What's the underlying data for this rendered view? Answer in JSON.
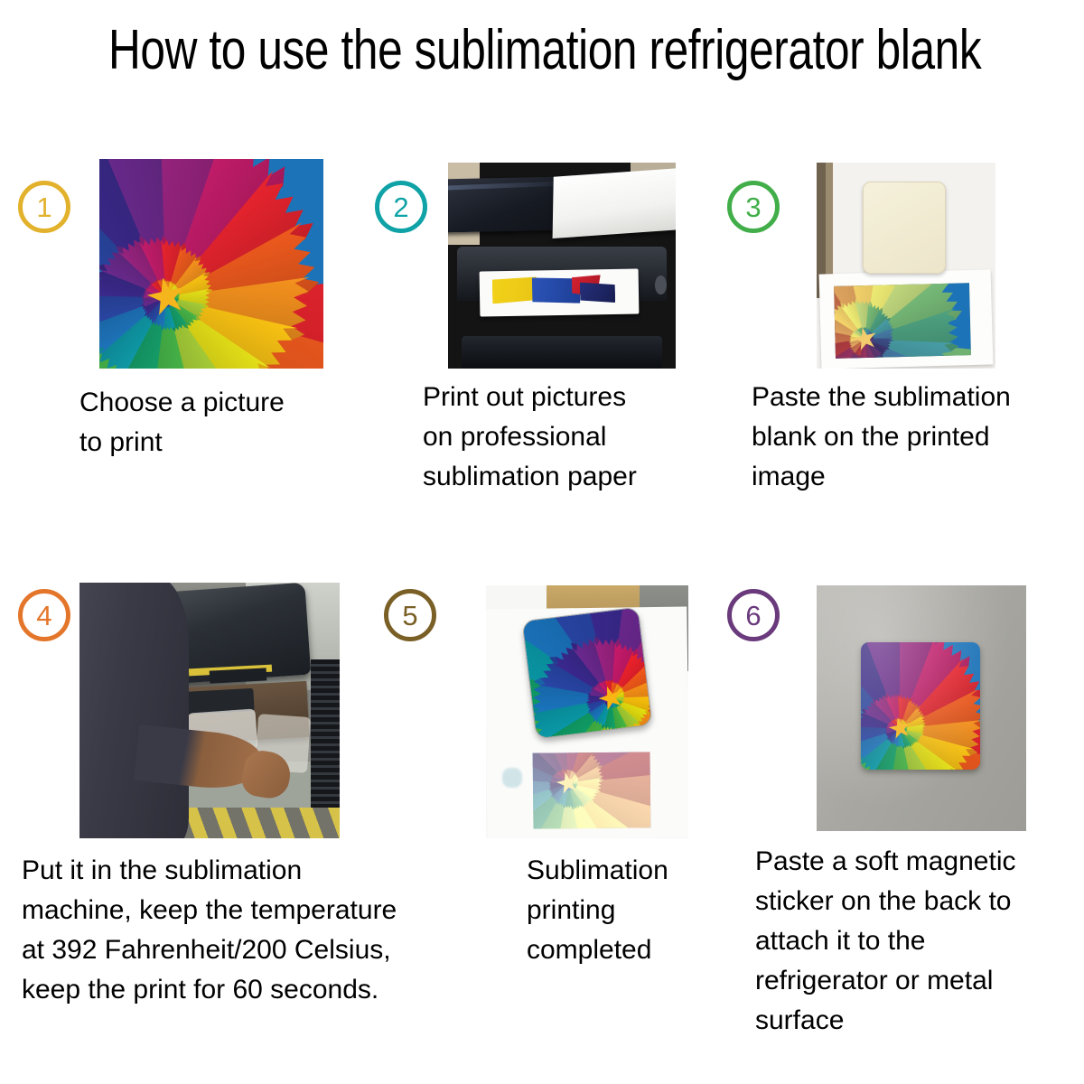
{
  "title": "How to use the sublimation refrigerator blank",
  "steps": [
    {
      "number": "1",
      "badge_color": "#E2B22C",
      "caption": "Choose a picture\nto print",
      "photo_name": "rainbow-spiral-picture-photo"
    },
    {
      "number": "2",
      "badge_color": "#0FA2A6",
      "caption": "Print out pictures\non professional\nsublimation paper",
      "photo_name": "printer-printing-photo"
    },
    {
      "number": "3",
      "badge_color": "#41AE49",
      "caption": "Paste the sublimation\nblank on the printed\nimage",
      "photo_name": "blank-and-printed-sheet-photo"
    },
    {
      "number": "4",
      "badge_color": "#E4762B",
      "caption": "Put it in the sublimation\nmachine, keep the temperature\nat 392 Fahrenheit/200 Celsius,\nkeep the print for 60 seconds.",
      "photo_name": "heat-press-operator-photo"
    },
    {
      "number": "5",
      "badge_color": "#7A6026",
      "caption": "Sublimation\nprinting\ncompleted",
      "photo_name": "finished-blank-and-used-paper-photo"
    },
    {
      "number": "6",
      "badge_color": "#6A3A7C",
      "caption": "Paste a soft magnetic\n sticker on the back to\n attach it to the\nrefrigerator or metal\nsurface",
      "photo_name": "magnet-on-refrigerator-photo"
    }
  ],
  "artwork": {
    "name": "rainbow-spiral-fan",
    "description": "Logarithmic spiral of fan-shaped colored blades with a yellow star at the center",
    "palette": [
      "#e8242e",
      "#ef5a1e",
      "#f6921e",
      "#fbc413",
      "#e6e118",
      "#a8cf38",
      "#47b649",
      "#16a06a",
      "#0f9aa8",
      "#1e74bb",
      "#2a46a3",
      "#3b2a8c",
      "#6a2a8c",
      "#98247f",
      "#c31c6a"
    ],
    "background": "#1d73b8",
    "star_color": "#f5b51c"
  },
  "page_background": "#ffffff",
  "text_color": "#000000"
}
